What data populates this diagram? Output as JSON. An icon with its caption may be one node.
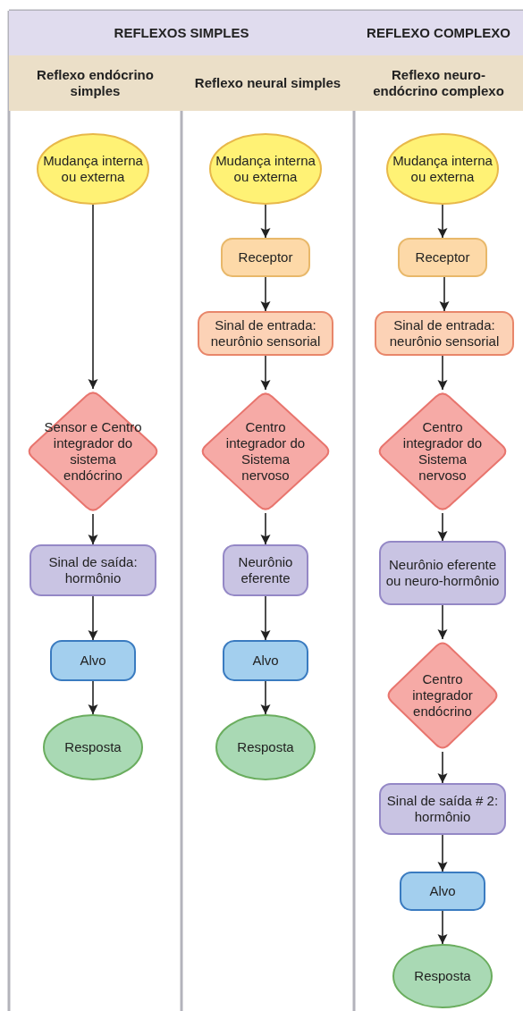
{
  "diagram": {
    "nodes": [
      {
        "text": [
          "REFLEXOS SIMPLES"
        ]
      },
      {
        "text": [
          "REFLEXO COMPLEXO"
        ]
      },
      {
        "text": [
          "Reflexo endócrino simples"
        ]
      },
      {
        "text": [
          "Reflexo neural simples"
        ]
      },
      {
        "text": [
          "Reflexo neuro-endócrino complexo"
        ]
      },
      {
        "text": [
          "Mudança interna ou externa"
        ]
      },
      {
        "text": [
          "Sensor e Centro integrador do sistema endócrino"
        ]
      },
      {
        "text": [
          "Sinal de saída: hormônio"
        ]
      },
      {
        "text": [
          "Alvo"
        ]
      },
      {
        "text": [
          "Resposta"
        ]
      },
      {
        "text": [
          "Mudança interna ou externa"
        ]
      },
      {
        "text": [
          "Receptor"
        ]
      },
      {
        "text": [
          "Sinal de entrada: neurônio sensorial"
        ]
      },
      {
        "text": [
          "Centro integrador do Sistema nervoso"
        ]
      },
      {
        "text": [
          "Neurônio eferente"
        ]
      },
      {
        "text": [
          "Alvo"
        ]
      },
      {
        "text": [
          "Resposta"
        ]
      },
      {
        "text": [
          "Mudança interna ou externa"
        ]
      },
      {
        "text": [
          "Receptor"
        ]
      },
      {
        "text": [
          "Sinal de entrada: neurônio sensorial"
        ]
      },
      {
        "text": [
          "Centro integrador do Sistema nervoso"
        ]
      },
      {
        "text": [
          "Neurônio eferente ou neuro-hormônio"
        ]
      },
      {
        "text": [
          "Centro integrador endócrino"
        ]
      },
      {
        "text": [
          "Sinal de saída # 2: hormônio"
        ]
      },
      {
        "text": [
          "Alvo"
        ]
      },
      {
        "text": [
          "Resposta"
        ]
      }
    ],
    "edges": [
      {
        "from": 5,
        "to": 6,
        "arrow": "to"
      },
      {
        "from": 6,
        "to": 7,
        "arrow": "to"
      },
      {
        "from": 7,
        "to": 8,
        "arrow": "to"
      },
      {
        "from": 8,
        "to": 9,
        "arrow": "to"
      },
      {
        "from": 10,
        "to": 11,
        "arrow": "to"
      },
      {
        "from": 11,
        "to": 12,
        "arrow": "to"
      },
      {
        "from": 12,
        "to": 13,
        "arrow": "to"
      },
      {
        "from": 13,
        "to": 14,
        "arrow": "to"
      },
      {
        "from": 14,
        "to": 15,
        "arrow": "to"
      },
      {
        "from": 15,
        "to": 16,
        "arrow": "to"
      },
      {
        "from": 17,
        "to": 18,
        "arrow": "to"
      },
      {
        "from": 18,
        "to": 19,
        "arrow": "to"
      },
      {
        "from": 19,
        "to": 20,
        "arrow": "to"
      },
      {
        "from": 20,
        "to": 21,
        "arrow": "to"
      },
      {
        "from": 21,
        "to": 22,
        "arrow": "to"
      },
      {
        "from": 22,
        "to": 23,
        "arrow": "to"
      },
      {
        "from": 23,
        "to": 24,
        "arrow": "to"
      },
      {
        "from": 24,
        "to": 25,
        "arrow": "to"
      }
    ]
  }
}
